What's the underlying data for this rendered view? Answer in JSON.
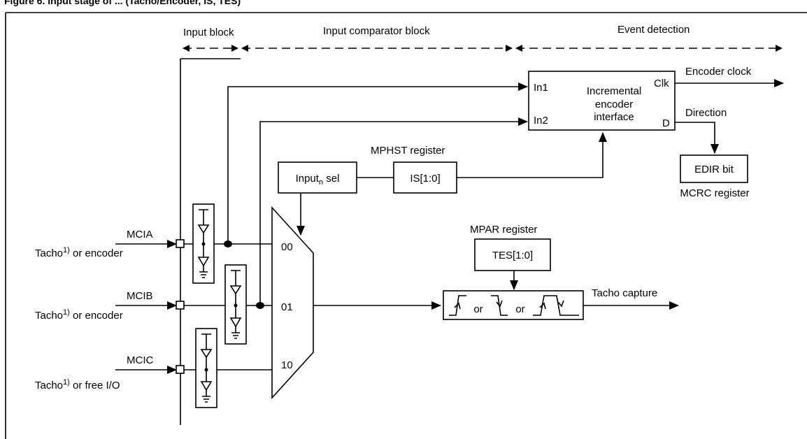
{
  "figure": {
    "title": "Figure 6. Input stage of ... (Tacho/Encoder, IS, TES)"
  },
  "blocks": {
    "input_block": "Input block",
    "input_comparator_block": "Input comparator block",
    "event_detection": "Event detection"
  },
  "encoder": {
    "title_line1": "Incremental",
    "title_line2": "encoder",
    "title_line3": "interface",
    "in1": "In1",
    "in2": "In2",
    "clk": "Clk",
    "d": "D",
    "clock_output": "Encoder clock",
    "direction_output": "Direction"
  },
  "edir": {
    "label": "EDIR bit",
    "register": "MCRC register"
  },
  "mphst": {
    "register": "MPHST register",
    "field": "IS[1:0]"
  },
  "input_sel": {
    "text": "Input",
    "subscript": "n",
    "suffix": " sel"
  },
  "mux": {
    "in0": "00",
    "in1": "01",
    "in2": "10"
  },
  "mpar": {
    "register": "MPAR register",
    "field": "TES[1:0]"
  },
  "edge": {
    "or1": "or",
    "or2": "or",
    "output": "Tacho capture"
  },
  "inputs": [
    {
      "name": "MCIA",
      "desc_pre": "Tacho",
      "sup": "1)",
      "desc_post": " or encoder"
    },
    {
      "name": "MCIB",
      "desc_pre": "Tacho",
      "sup": "1)",
      "desc_post": " or encoder"
    },
    {
      "name": "MCIC",
      "desc_pre": "Tacho",
      "sup": "1)",
      "desc_post": " or free I/O"
    }
  ]
}
